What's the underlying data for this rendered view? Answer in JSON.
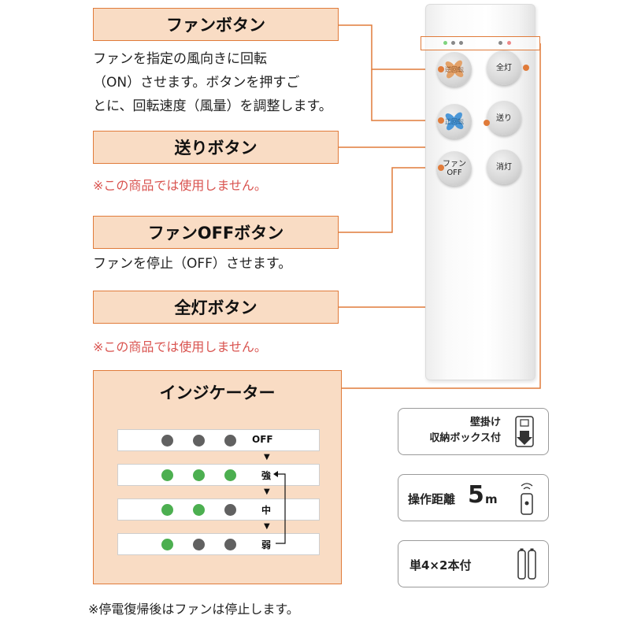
{
  "fan_button": {
    "title": "ファンボタン",
    "desc_lines": [
      "ファンを指定の風向きに回転",
      "（ON）させます。ボタンを押すご",
      "とに、回転速度（風量）を調整します。"
    ]
  },
  "swing_button": {
    "title": "送りボタン",
    "note": "※この商品では使用しません。"
  },
  "fan_off_button": {
    "title": "ファンOFFボタン",
    "desc": "ファンを停止（OFF）させます。"
  },
  "all_light_button": {
    "title": "全灯ボタン",
    "note": "※この商品では使用しません。"
  },
  "remote": {
    "buttons": {
      "fan_top": "逆回転",
      "fan_mid": "正回転",
      "all_light": "全灯",
      "swing": "送り",
      "fan_off_line1": "ファン",
      "fan_off_line2": "OFF",
      "off_light": "消灯"
    }
  },
  "indicator": {
    "title": "インジケーター",
    "rows": [
      {
        "label": "OFF",
        "dots": [
          "gray",
          "gray",
          "gray"
        ]
      },
      {
        "label": "強",
        "dots": [
          "green",
          "green",
          "green"
        ]
      },
      {
        "label": "中",
        "dots": [
          "green",
          "green",
          "gray"
        ]
      },
      {
        "label": "弱",
        "dots": [
          "green",
          "gray",
          "gray"
        ]
      }
    ],
    "arrow": "▼"
  },
  "features": {
    "wall_mount_line1": "壁掛け",
    "wall_mount_line2": "収納ボックス付",
    "distance_label": "操作距離",
    "distance_value": "5",
    "distance_unit": "m",
    "battery": "単4×2本付"
  },
  "footer": "※停電復帰後はファンは停止します。",
  "colors": {
    "accent": "#e07b3a",
    "panel_fill": "#f9dcc4",
    "note_red": "#d9534f",
    "dot_green": "#4caf50",
    "dot_gray": "#616161",
    "fan_blue": "#3b8fd6"
  }
}
